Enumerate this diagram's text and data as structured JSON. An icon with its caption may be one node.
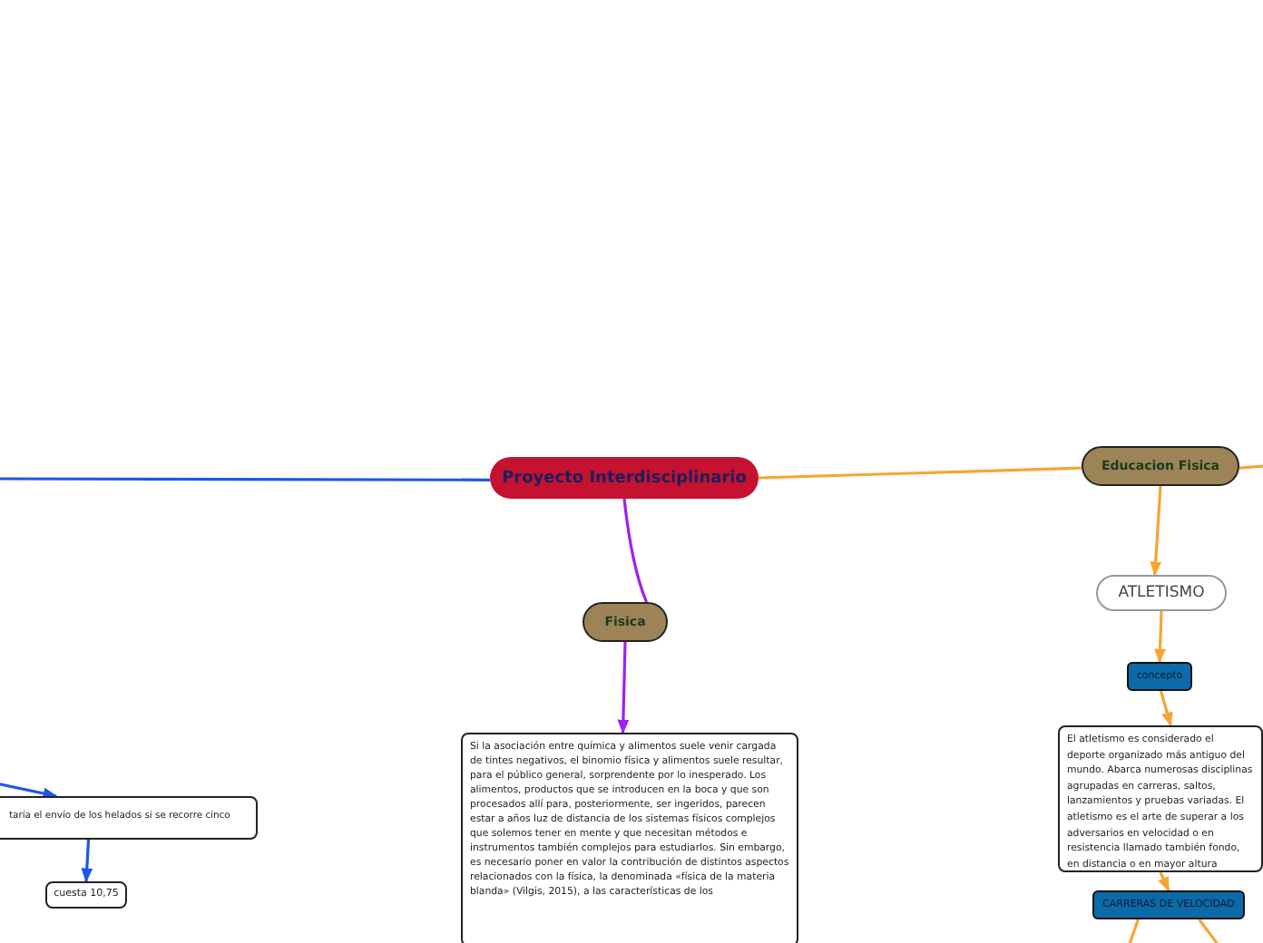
{
  "diagram": {
    "nodes": [
      {
        "text": [
          "Proyecto Interdisciplinario"
        ]
      },
      {
        "text": [
          "Educacion Fisica"
        ]
      },
      {
        "text": [
          "ATLETISMO"
        ]
      },
      {
        "text": [
          "concepto"
        ]
      },
      {
        "text": [
          "El atletismo es considerado el deporte organizado más antiguo del mundo. Abarca numerosas disciplinas agrupadas en carreras, saltos, lanzamientos y pruebas variadas. El atletismo es el arte de superar a los adversarios en velocidad o en resistencia llamado también fondo, en distancia o en mayor altura"
        ]
      },
      {
        "text": [
          "CARRERAS DE VELOCIDAD"
        ]
      },
      {
        "text": [
          "Fisica"
        ]
      },
      {
        "text": [
          "Si la asociación entre química y alimentos suele venir cargada de tintes negativos, el binomio física y alimentos suele resultar, para el público general, sorprendente por lo inesperado. Los alimentos, productos que se introducen en la boca y que son procesados allí para, posteriormente, ser ingeridos, parecen estar a años luz de distancia de los sistemas físicos complejos que solemos tener en mente y que necesitan métodos e instrumentos también complejos para estudiarlos. Sin embargo, es necesario poner en valor la contribución de distintos aspectos relacionados con la física, la denominada «física de la materia blanda» (Vilgis, 2015), a las características de los"
        ]
      },
      {
        "text": [
          "taría el envío de los helados si se recorre cinco"
        ]
      },
      {
        "text": [
          "cuesta 10,75"
        ]
      }
    ],
    "edges": [
      {
        "from": 0,
        "to": 1,
        "arrow": "none"
      },
      {
        "from": 1,
        "to": 2,
        "arrow": "to"
      },
      {
        "from": 2,
        "to": 3,
        "arrow": "to"
      },
      {
        "from": 3,
        "to": 4,
        "arrow": "to"
      },
      {
        "from": 4,
        "to": 5,
        "arrow": "to"
      },
      {
        "from": 5,
        "to": null,
        "arrow": "none"
      },
      {
        "from": 5,
        "to": null,
        "arrow": "none"
      },
      {
        "from": 1,
        "to": null,
        "arrow": "none"
      },
      {
        "from": 0,
        "to": 6,
        "arrow": "none",
        "color": "#a020f0"
      },
      {
        "from": 6,
        "to": 7,
        "arrow": "to",
        "color": "#a020f0"
      },
      {
        "from": 0,
        "to": null,
        "arrow": "none",
        "color": "#1f56e6"
      },
      {
        "from": null,
        "to": 8,
        "arrow": "to",
        "color": "#1f56e6"
      },
      {
        "from": 8,
        "to": 9,
        "arrow": "to",
        "color": "#1f56e6"
      }
    ]
  }
}
